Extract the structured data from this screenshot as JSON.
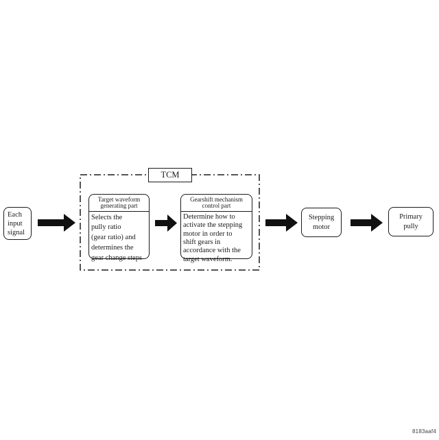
{
  "diagram": {
    "nodes": {
      "input": {
        "lines": [
          "Each",
          "input",
          "signal"
        ]
      },
      "tcm_label": "TCM",
      "target_waveform": {
        "header": [
          "Target waveform",
          "generating part"
        ],
        "body": [
          "Selects the",
          "pully ratio",
          "(gear ratio) and",
          "determines the",
          "gear change steps"
        ]
      },
      "gearshift": {
        "header": [
          "Gearshift mechanism",
          "control part"
        ],
        "body": [
          "Determine how to",
          "activate the stepping",
          "motor in order to",
          "shift gears in",
          "accordance with the",
          "target waveform."
        ]
      },
      "stepping_motor": {
        "lines": [
          "Stepping",
          "motor"
        ]
      },
      "primary_pully": {
        "lines": [
          "Primary",
          "pully"
        ]
      }
    },
    "watermark": "8183aaf4",
    "colors": {
      "line": "#1a1a1a",
      "arrow": "#111111",
      "background": "#ffffff",
      "watermark": "#3f3f3f"
    }
  }
}
